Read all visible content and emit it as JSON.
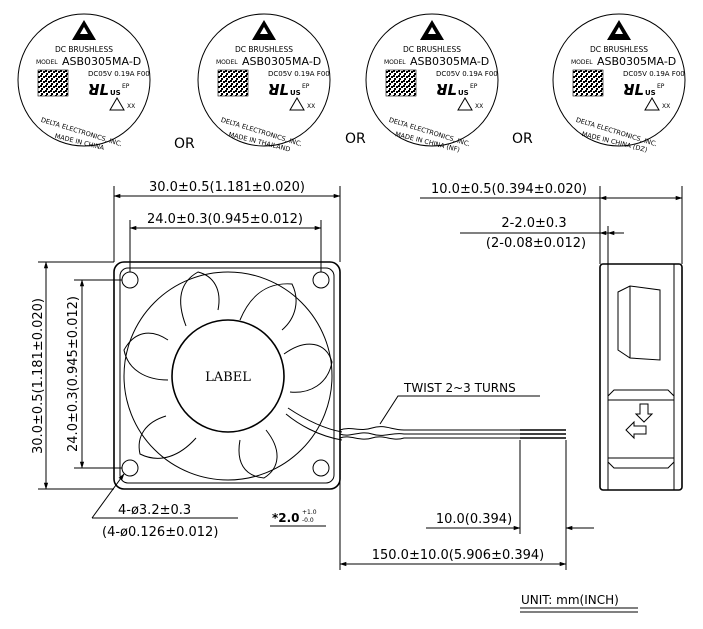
{
  "labels": [
    {
      "brand": "DC BRUSHLESS",
      "model_prefix": "MODEL",
      "model": "ASB0305MA-D",
      "rating": "DC05V  0.19A  F00",
      "mark_suffix": "US",
      "ep": "EP",
      "xx": "XX",
      "company": "DELTA ELECTRONICS, INC.",
      "origin": "MADE IN CHINA"
    },
    {
      "brand": "DC BRUSHLESS",
      "model_prefix": "MODEL",
      "model": "ASB0305MA-D",
      "rating": "DC05V  0.19A  F00",
      "mark_suffix": "US",
      "ep": "EP",
      "xx": "XX",
      "company": "DELTA ELECTRONICS, INC.",
      "origin": "MADE IN THAILAND"
    },
    {
      "brand": "DC BRUSHLESS",
      "model_prefix": "MODEL",
      "model": "ASB0305MA-D",
      "rating": "DC05V  0.19A  F00",
      "mark_suffix": "US",
      "ep": "EP",
      "xx": "XX",
      "company": "DELTA ELECTRONICS, INC.",
      "origin": "MADE IN CHINA (NF)"
    },
    {
      "brand": "DC BRUSHLESS",
      "model_prefix": "MODEL",
      "model": "ASB0305MA-D",
      "rating": "DC05V  0.19A  F00",
      "mark_suffix": "US",
      "ep": "EP",
      "xx": "XX",
      "company": "DELTA ELECTRONICS, INC.",
      "origin": "MADE IN CHINA (DZ)"
    }
  ],
  "separators": [
    "OR",
    "OR",
    "OR"
  ],
  "front_view": {
    "overall_width": "30.0±0.5(1.181±0.020)",
    "hole_spacing": "24.0±0.3(0.945±0.012)",
    "overall_height": "30.0±0.5(1.181±0.020)",
    "hole_spacing_vertical": "24.0±0.3(0.945±0.012)",
    "hub_label": "LABEL",
    "holes": "4-ø3.2±0.3",
    "holes_inch": "(4-ø0.126±0.012)",
    "twist": "TWIST 2~3 TURNS"
  },
  "side_view": {
    "thickness": "10.0±0.5(0.394±0.020)",
    "flange": "2-2.0±0.3",
    "flange_inch": "(2-0.08±0.012)"
  },
  "leads": {
    "strip_prefix": "*2.0",
    "strip_tol_plus": "+1.0",
    "strip_tol_minus": "-0.0",
    "strip_length": "10.0(0.394)",
    "lead_length": "150.0±10.0(5.906±0.394)"
  },
  "unit": "UNIT:  mm(INCH)"
}
